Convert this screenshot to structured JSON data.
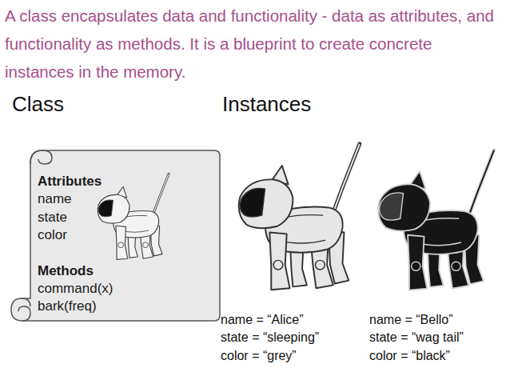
{
  "diagram": {
    "title": "A class encapsulates data and functionality - data as attributes, and functionality as methods. It is a blueprint to create concrete instances in the memory.",
    "nodes": [
      {
        "text": [
          "Attributes",
          "name",
          "state",
          "color",
          "Methods",
          "command(x)",
          "bark(freq)"
        ]
      }
    ],
    "labels": [
      "Class",
      "Instances",
      "name = “Alice”",
      "state = “sleeping”",
      "color = “grey”",
      "name = “Bello”",
      "state = “wag tail”",
      "color = “black”"
    ]
  }
}
